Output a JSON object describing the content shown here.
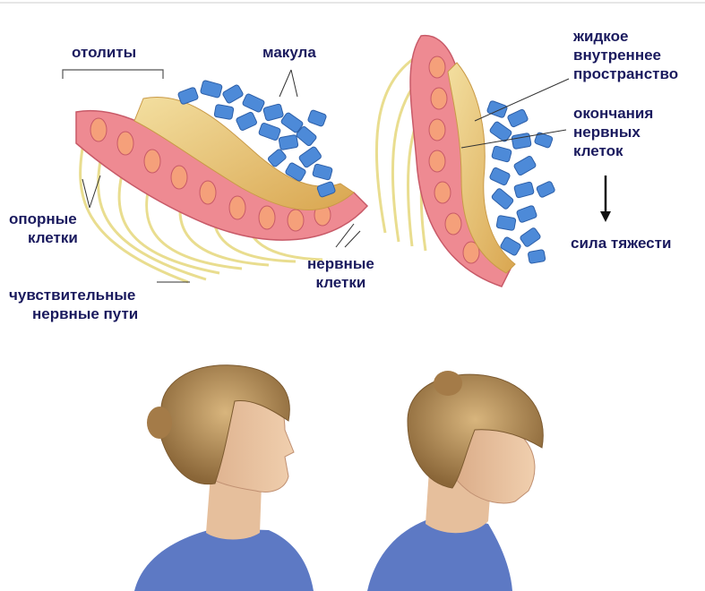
{
  "colors": {
    "label": "#1a1a5e",
    "macula": "#4a86d6",
    "gel": "#e9c877",
    "cells": "#e97a84",
    "nerve": "#e8dc8c",
    "skin": "#e9c19f",
    "hair": "#b48c59",
    "shirt": "#5d79c4"
  },
  "labels": {
    "otolity": "отолиты",
    "makula": "макула",
    "opornye": [
      "опорные",
      "клетки"
    ],
    "chuvstv": [
      "чувствительные",
      "нервные пути"
    ],
    "nervnye": [
      "нервные",
      "клетки"
    ],
    "zhidkoe": [
      "жидкое",
      "внутреннее",
      "пространство"
    ],
    "okonchaniya": [
      "окончания",
      "нервных",
      "клеток"
    ],
    "sila": "сила тяжести"
  }
}
